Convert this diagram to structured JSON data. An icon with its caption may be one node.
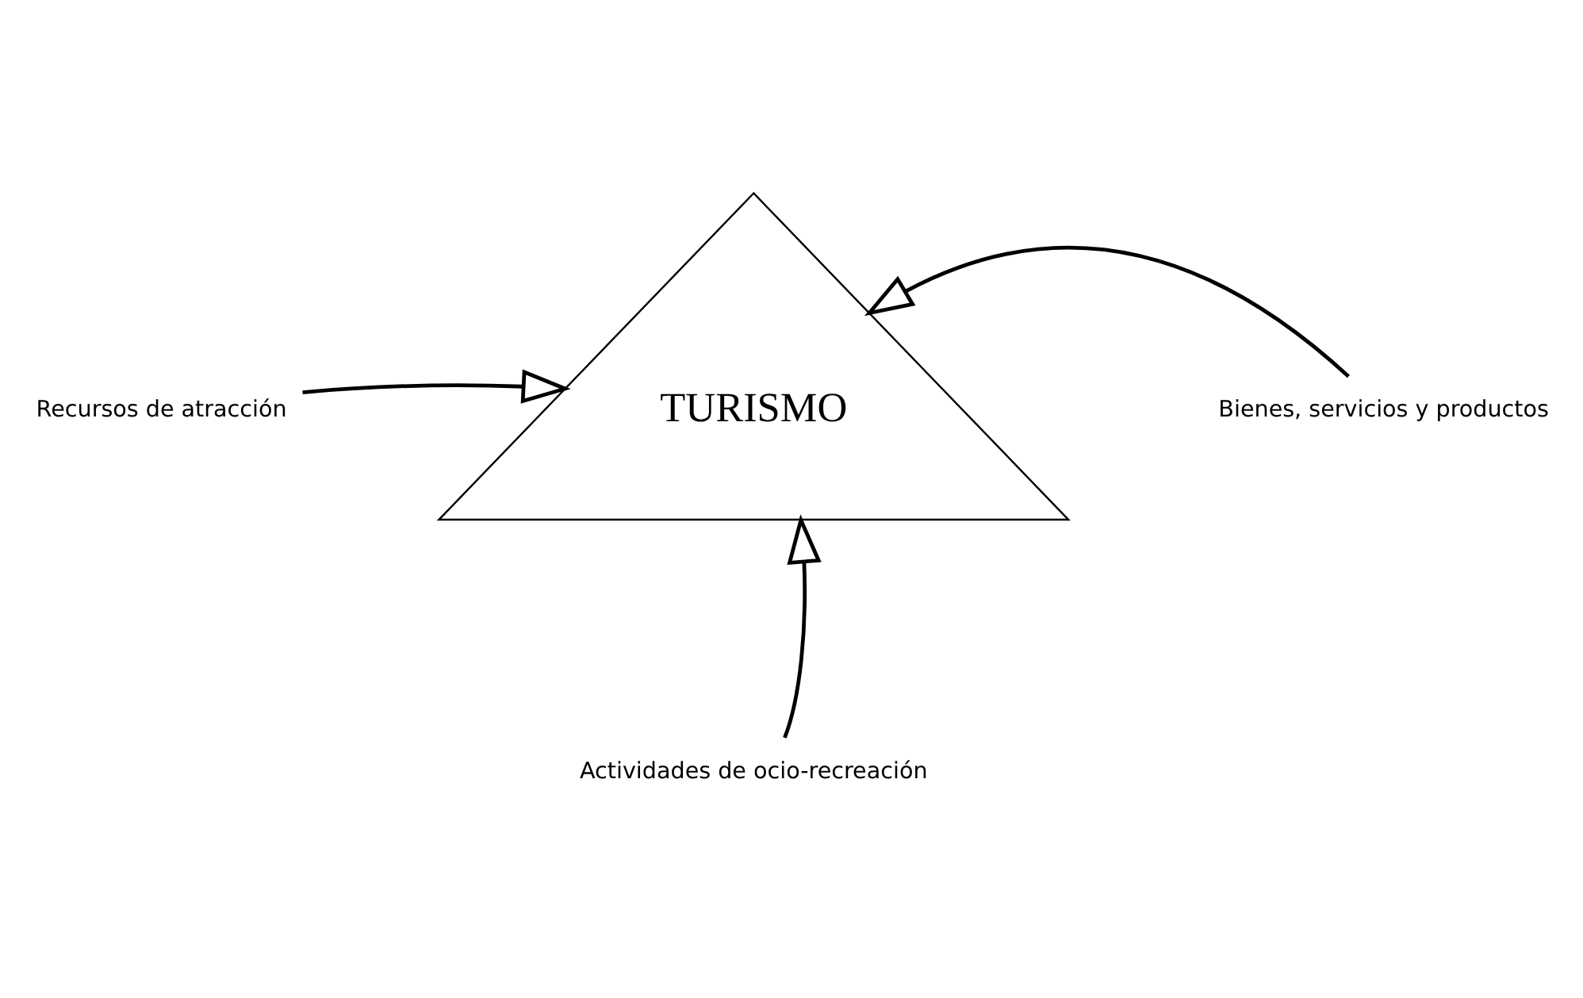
{
  "diagram": {
    "nodes": [
      {
        "text": [
          "Recursos de atracción"
        ]
      },
      {
        "text": [
          "Bienes, servicios y productos"
        ]
      },
      {
        "text": [
          "TURISMO"
        ]
      },
      {
        "text": [
          "Actividades de ocio-recreación"
        ]
      }
    ],
    "edges": [
      {
        "from": 0,
        "to": 2,
        "arrow": "to"
      },
      {
        "from": 1,
        "to": 2,
        "arrow": "to"
      },
      {
        "from": 3,
        "to": 2,
        "arrow": "to"
      }
    ]
  }
}
